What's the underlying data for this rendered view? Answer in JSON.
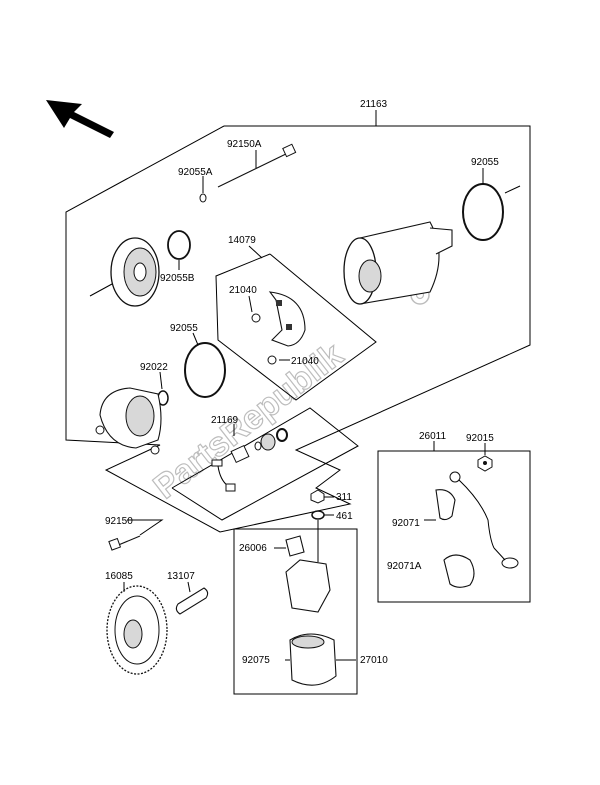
{
  "labels": {
    "assembly": "21163",
    "bolt_long": "92150A",
    "oring_small": "92055A",
    "oring_right": "92055",
    "oring_endcap": "92055B",
    "brush_holder": "14079",
    "brush_top": "21040",
    "brush_bottom": "21040",
    "oring_mid": "92055",
    "washer": "92022",
    "brush_set": "21169",
    "cable_assy": "26011",
    "nut_cable": "92015",
    "bolt_short": "92150",
    "nut": "311",
    "washer_small": "461",
    "cap_a": "92071",
    "cap_b": "92071A",
    "connector": "26006",
    "relay": "27010",
    "relay_cover": "92075",
    "gear": "16085",
    "shaft": "13107"
  },
  "watermark": "PartsRepublik",
  "colors": {
    "line": "#000000",
    "watermark": "#bdbdbd",
    "part_fill": "#ffffff",
    "part_shade": "#d8d8d8"
  }
}
